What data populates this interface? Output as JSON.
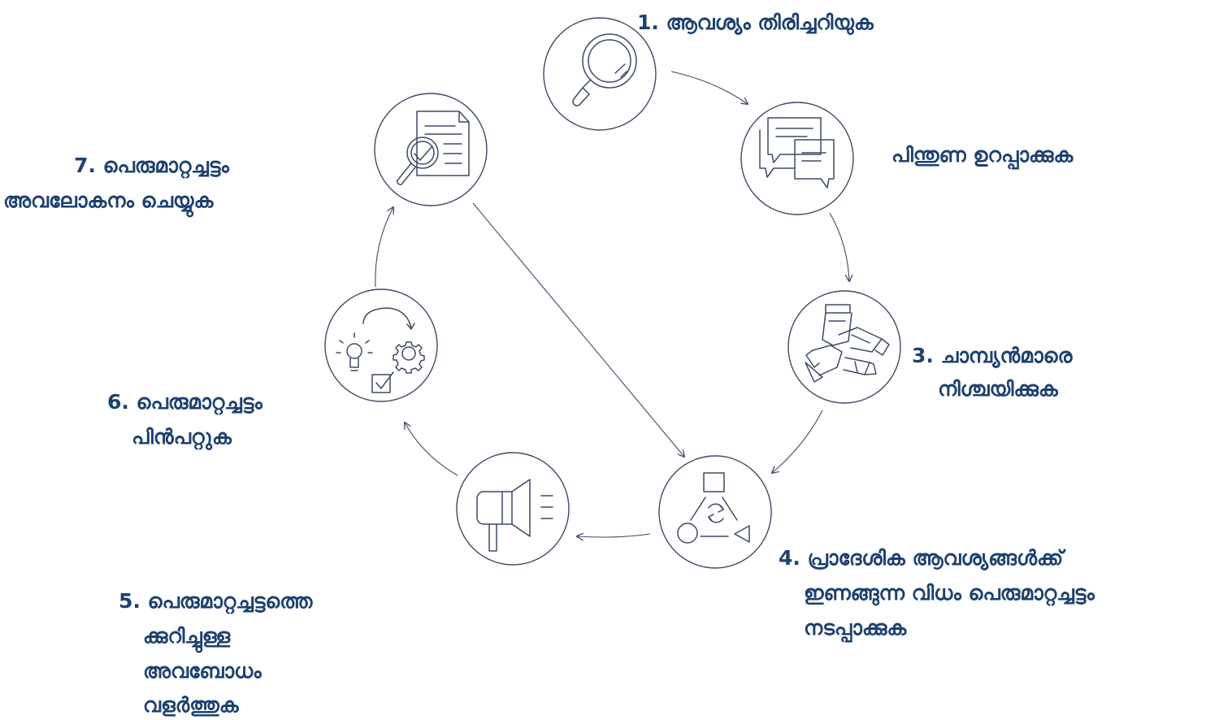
{
  "colors": {
    "label": "#1d4170",
    "line": "#3f4a63",
    "background": "#ffffff"
  },
  "steps": [
    {
      "id": "identify-need",
      "icon": "magnifier-icon",
      "lines": [
        "1. ആവശ്യം തിരിച്ചറിയുക"
      ]
    },
    {
      "id": "ensure-support",
      "icon": "chat-bubbles-icon",
      "lines": [
        "പിന്തുണ ഉറപ്പാക്കുക"
      ]
    },
    {
      "id": "identify-champions",
      "icon": "joined-hands-icon",
      "lines": [
        "3. ചാമ്പ്യൻമാരെ",
        "നിശ്ചയിക്കുക"
      ]
    },
    {
      "id": "implement-norms",
      "icon": "shapes-cycle-icon",
      "lines": [
        "4. പ്രാദേശിക ആവശ്യങ്ങൾക്ക്",
        "ഇണങ്ങുന്ന വിധം പെരുമാറ്റച്ചട്ടം",
        "നടപ്പാക്കുക"
      ]
    },
    {
      "id": "raise-awareness",
      "icon": "megaphone-icon",
      "lines": [
        "5. പെരുമാറ്റച്ചട്ടത്തെ",
        "ക്കുറിച്ചുള്ള",
        "അവബോധം",
        "വളർത്തുക"
      ]
    },
    {
      "id": "follow-norms",
      "icon": "idea-to-action-icon",
      "lines": [
        "6. പെരുമാറ്റച്ചട്ടം",
        "പിൻപറ്റുക"
      ]
    },
    {
      "id": "review-norms",
      "icon": "document-review-icon",
      "lines": [
        "7. പെരുമാറ്റച്ചട്ടം",
        "അവലോകനം ചെയ്യുക"
      ]
    }
  ]
}
